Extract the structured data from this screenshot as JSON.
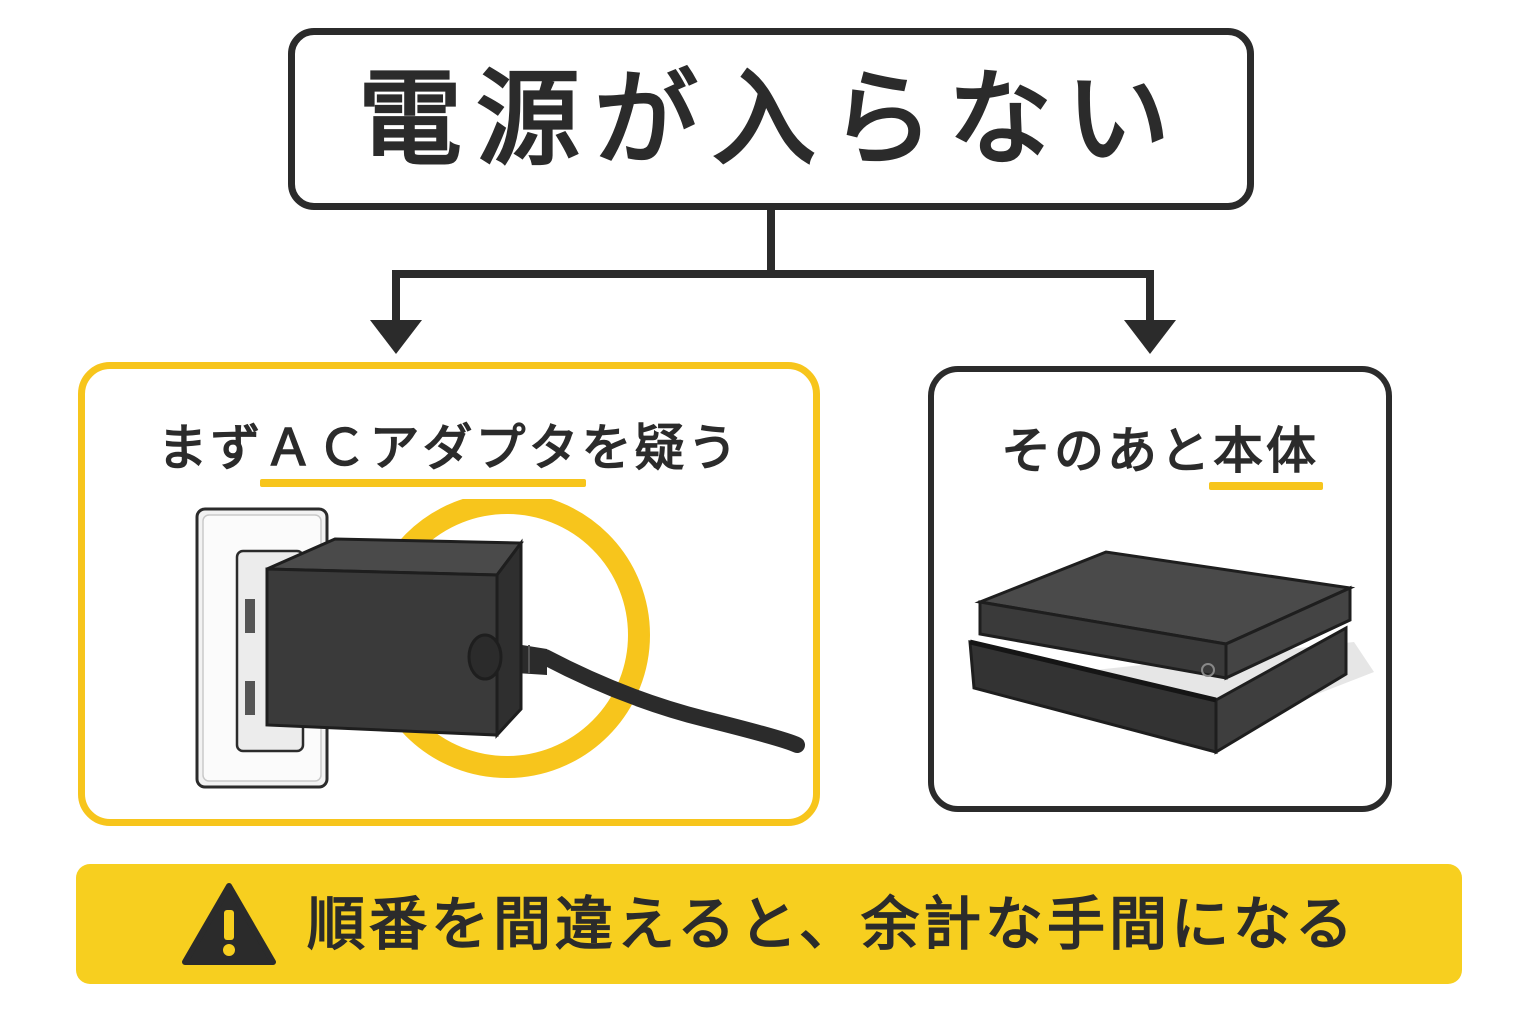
{
  "title": "電源が入らない",
  "left_card": {
    "heading_prefix": "まず",
    "heading_highlight": "ＡＣアダプタ",
    "heading_suffix": "を疑う"
  },
  "right_card": {
    "heading_prefix": "そのあと",
    "heading_highlight": "本体",
    "heading_suffix": ""
  },
  "warning": {
    "text": "順番を間違えると、余計な手間になる"
  },
  "colors": {
    "accent_yellow": "#f7c51c",
    "dark": "#2b2b2b",
    "banner": "#f7cf1f"
  },
  "icons": [
    "warning-icon",
    "ac-adapter-illustration",
    "game-console-illustration"
  ]
}
